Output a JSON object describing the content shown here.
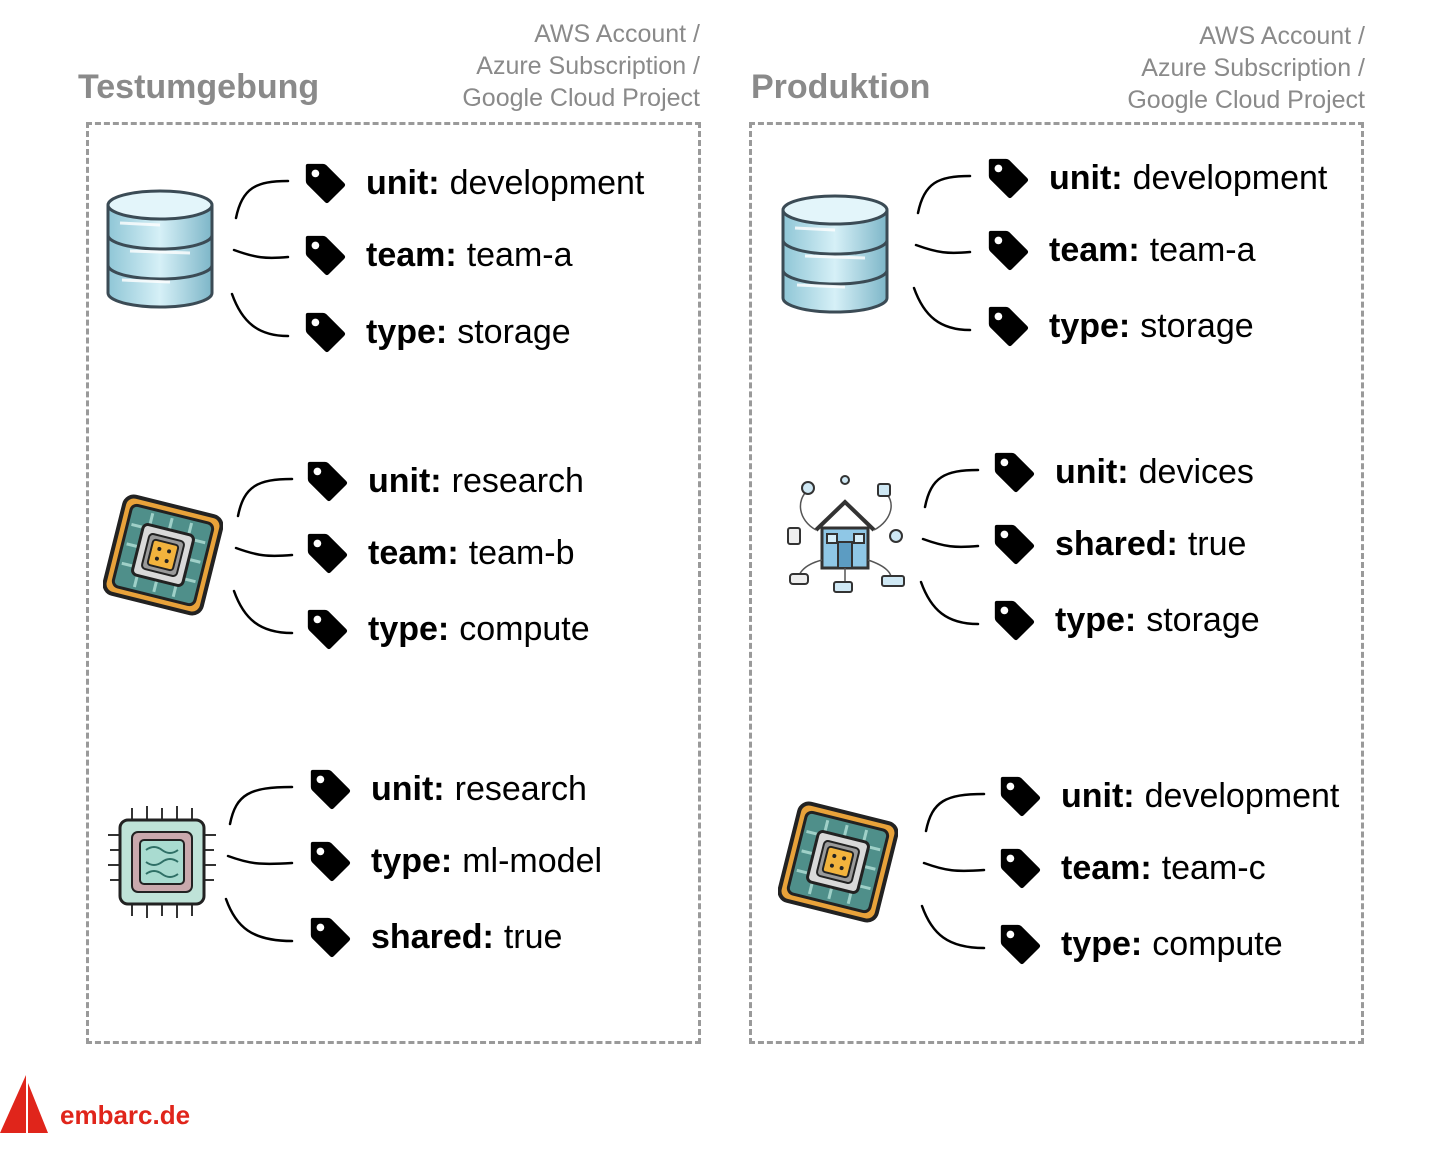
{
  "environments": [
    {
      "title": "Testumgebung",
      "account_lines": [
        "AWS Account /",
        "Azure Subscription /",
        "Google Cloud Project"
      ],
      "resources": [
        {
          "icon": "database-icon",
          "tags": [
            {
              "key": "unit:",
              "value": "development"
            },
            {
              "key": "team:",
              "value": "team-a"
            },
            {
              "key": "type:",
              "value": "storage"
            }
          ]
        },
        {
          "icon": "cpu-chip-icon",
          "tags": [
            {
              "key": "unit:",
              "value": "research"
            },
            {
              "key": "team:",
              "value": "team-b"
            },
            {
              "key": "type:",
              "value": "compute"
            }
          ]
        },
        {
          "icon": "ml-chip-icon",
          "tags": [
            {
              "key": "unit:",
              "value": "research"
            },
            {
              "key": "type:",
              "value": "ml-model"
            },
            {
              "key": "shared:",
              "value": "true"
            }
          ]
        }
      ]
    },
    {
      "title": "Produktion",
      "account_lines": [
        "AWS Account /",
        "Azure Subscription /",
        "Google Cloud Project"
      ],
      "resources": [
        {
          "icon": "database-icon",
          "tags": [
            {
              "key": "unit:",
              "value": "development"
            },
            {
              "key": "team:",
              "value": "team-a"
            },
            {
              "key": "type:",
              "value": "storage"
            }
          ]
        },
        {
          "icon": "smart-home-icon",
          "tags": [
            {
              "key": "unit:",
              "value": "devices"
            },
            {
              "key": "shared:",
              "value": "true"
            },
            {
              "key": "type:",
              "value": "storage"
            }
          ]
        },
        {
          "icon": "cpu-chip-icon",
          "tags": [
            {
              "key": "unit:",
              "value": "development"
            },
            {
              "key": "team:",
              "value": "team-c"
            },
            {
              "key": "type:",
              "value": "compute"
            }
          ]
        }
      ]
    }
  ],
  "logo": {
    "text": "embarc.de",
    "color": "#e0251b"
  }
}
